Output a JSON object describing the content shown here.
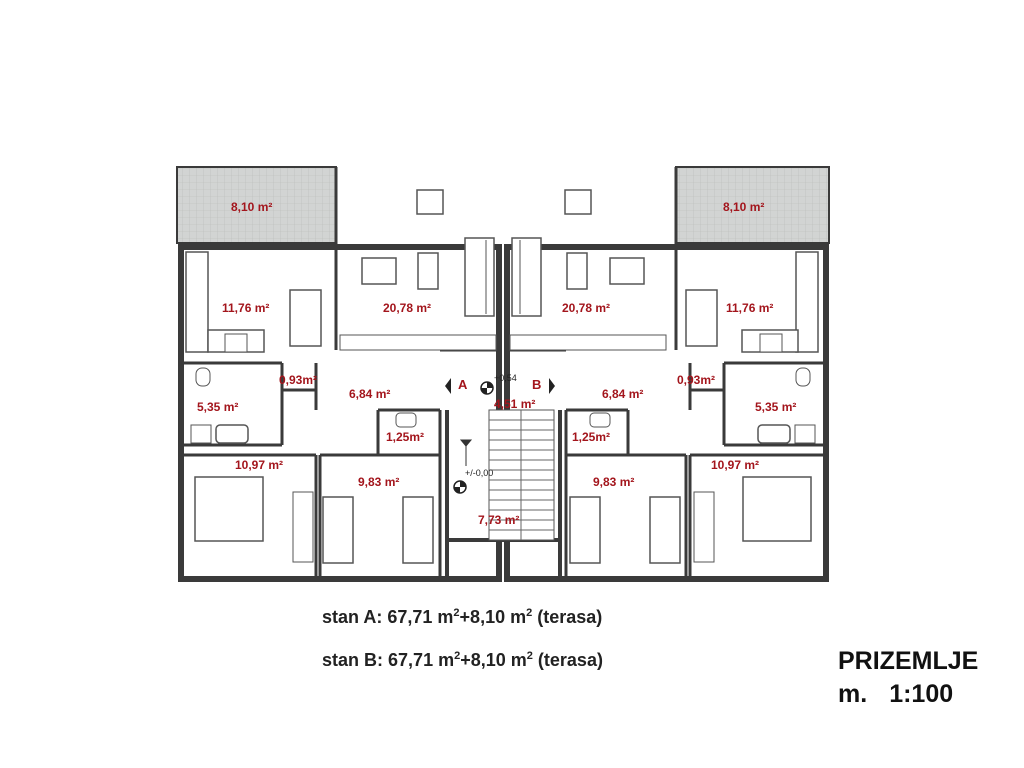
{
  "plan": {
    "units": [
      {
        "letter": "A",
        "rooms": {
          "terrace": "8,10 m²",
          "kitchen": "11,76 m²",
          "living": "20,78 m²",
          "storage": "0,93m²",
          "hall": "6,84 m²",
          "bath": "5,35 m²",
          "wc": "1,25m²",
          "master_bedroom": "10,97 m²",
          "bedroom": "9,83 m²"
        }
      },
      {
        "letter": "B",
        "rooms": {
          "terrace": "8,10 m²",
          "kitchen": "11,76 m²",
          "living": "20,78 m²",
          "storage": "0,93m²",
          "hall": "6,84 m²",
          "bath": "5,35 m²",
          "wc": "1,25m²",
          "master_bedroom": "10,97 m²",
          "bedroom": "9,83 m²"
        }
      }
    ],
    "common": {
      "landing_area": "4,51 m²",
      "staircase_area": "7,73 m²",
      "landing_level": "+0,54",
      "entry_level": "+/-0,00"
    },
    "colors": {
      "room_label": "#a3151c",
      "terrace_fill": "#d2d4d3",
      "wall": "#3a3a3a"
    }
  },
  "summary": {
    "unit_a": {
      "label": "stan A:",
      "area": "67,71 m",
      "plus": "+8,10 m",
      "note": "(terasa)"
    },
    "unit_b": {
      "label": "stan B:",
      "area": "67,71 m",
      "plus": "+8,10 m",
      "note": "(terasa)"
    },
    "sup": "2"
  },
  "title_block": {
    "floor": "PRIZEMLJE",
    "scale_prefix": "m.",
    "scale": "1:100"
  }
}
